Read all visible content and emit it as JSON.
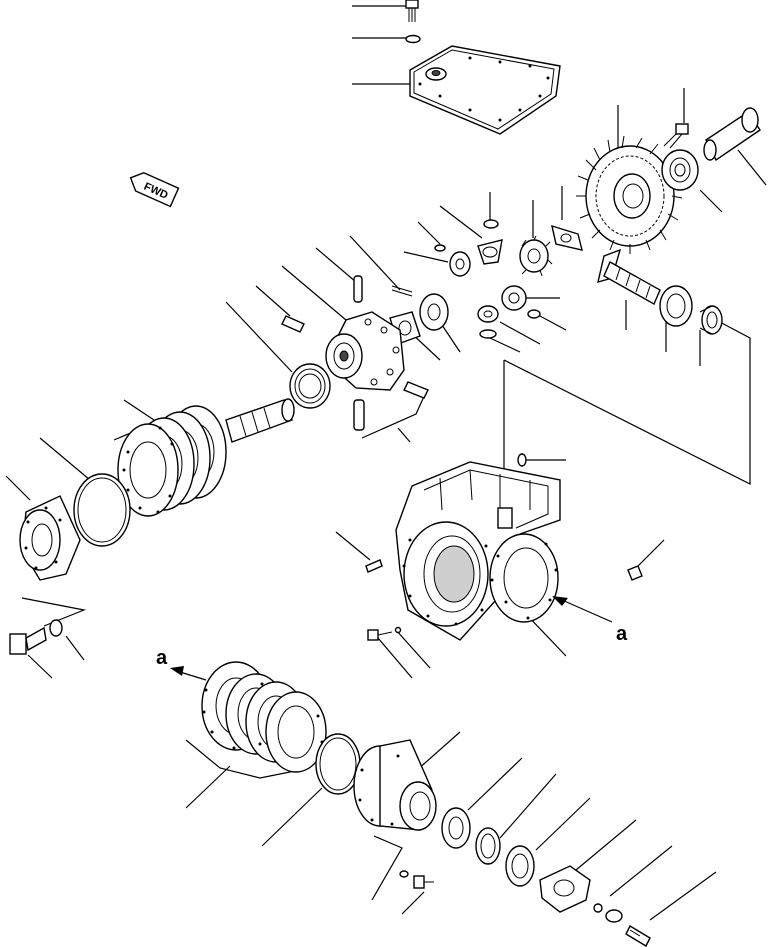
{
  "direction_badge": {
    "text": "FWD"
  },
  "connection_marks": [
    {
      "text": "a"
    },
    {
      "text": "a"
    }
  ],
  "colors": {
    "line": "#000000",
    "background": "#ffffff",
    "shade": "#cfcfcf"
  }
}
